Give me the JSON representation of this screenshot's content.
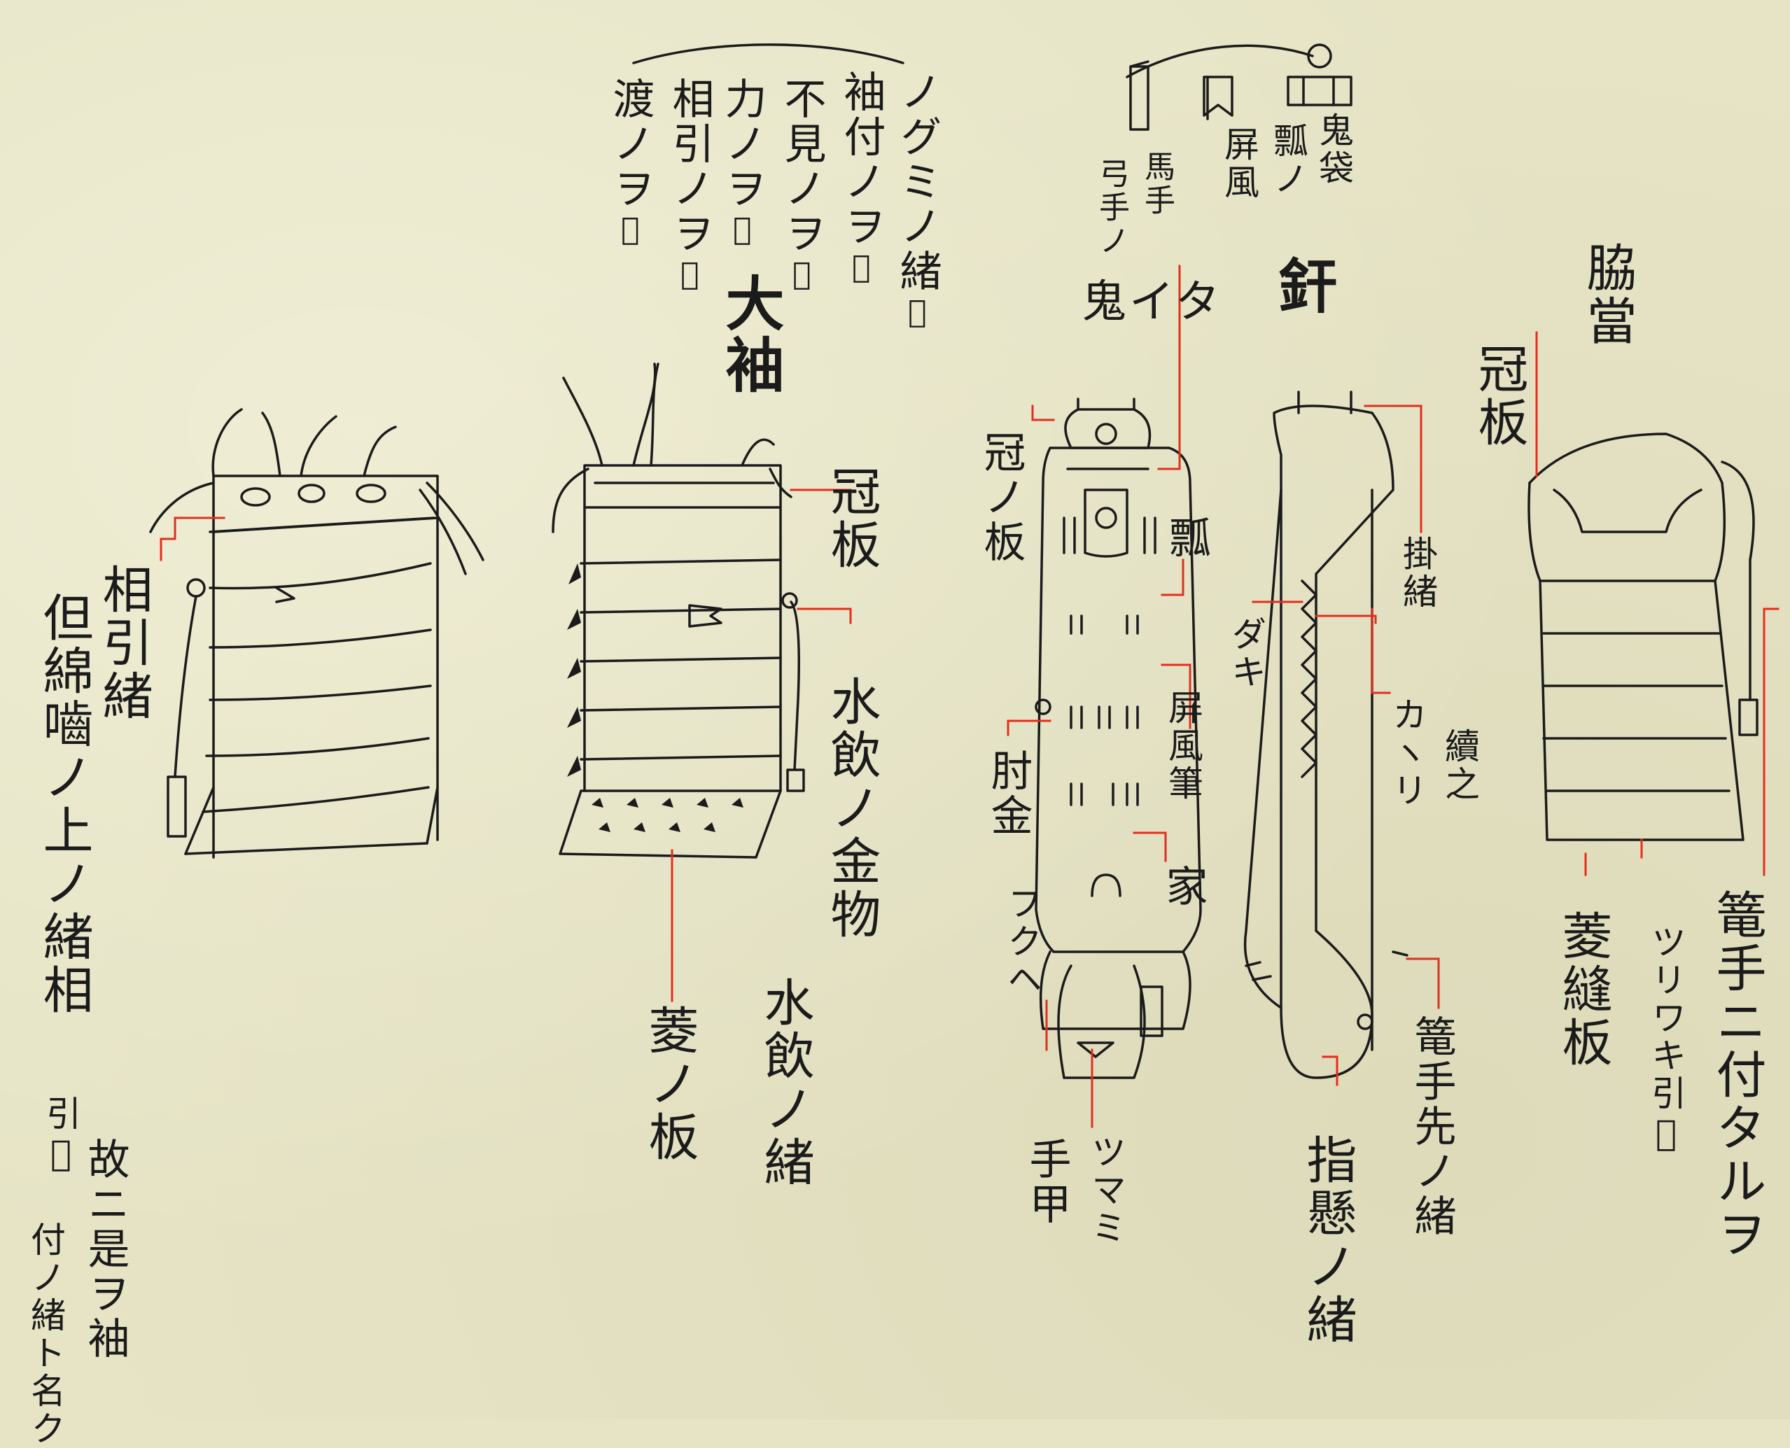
{
  "colors": {
    "paper": "#e6e4c5",
    "ink": "#1b1b1b",
    "leader": "#e0301e"
  },
  "header_note": {
    "lines": [
      "ノグミノ緒",
      "袖付ノヲ",
      "不見ノヲ",
      "力ノヲ",
      "相引ノヲ",
      "渡ノヲ"
    ],
    "small_chars": [
      "𪜈",
      "𪜈",
      "𪜈",
      "𪜈",
      "𪜈",
      "𪜈"
    ]
  },
  "title_oosode": "大袖",
  "title_kote": "釬",
  "title_wakiate": "脇當",
  "sleeve_left": {
    "label_aibiki": "相引緒",
    "caption_lines": [
      "但綿嚙ノ上ノ緒相",
      "引𪜈",
      "故ニ是ヲ袖",
      "付ノ緒ト名ク"
    ]
  },
  "sleeve_center": {
    "label_kanmuri": "冠板",
    "label_mizunomi_kanamono": "水飲ノ金物",
    "label_mizunomi_o": "水飲ノ緒",
    "label_hishi": "菱ノ板"
  },
  "kote_left": {
    "top_shapes": [
      "鬼",
      "瓢",
      "屏風",
      "馬手",
      "弓手"
    ],
    "top_labels": [
      "鬼袋",
      "瓢ノ",
      "屏風",
      "馬手",
      "弓手ノ"
    ],
    "label_oni": "鬼イタ",
    "label_kanmuri": "冠ノ板",
    "label_hisago": "瓢",
    "label_hijigane": "肘金",
    "label_byobu": "屏風筆",
    "label_ie": "家",
    "label_fukube": "フクヘ",
    "label_tekou": "手甲",
    "label_tsumami": "ツマミ"
  },
  "kote_right": {
    "label_kake": "掛緒",
    "label_daki": "ダキ",
    "label_kagari": "カヽリ",
    "label_tsuzuki": "續之",
    "label_yubikake": "指懸ノ緒",
    "label_kotesaki": "篭手先ノ緒"
  },
  "wakiate": {
    "label_kanmuri": "冠板",
    "label_hishinui": "菱縫板",
    "label_tsuriwaki": "ツリワキ引𪜈",
    "label_kote_tsuke": "篭手ニ付タルヲ"
  }
}
